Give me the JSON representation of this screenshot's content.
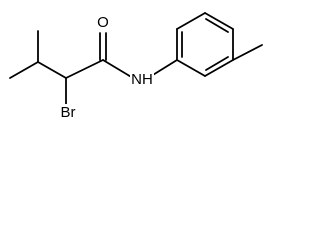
{
  "molecule": {
    "atom_labels": {
      "oxygen": "O",
      "amide_nitrogen": "NH",
      "bromine": "Br"
    },
    "colors": {
      "bond": "#000000",
      "label": "#000000",
      "background": "#ffffff"
    }
  }
}
